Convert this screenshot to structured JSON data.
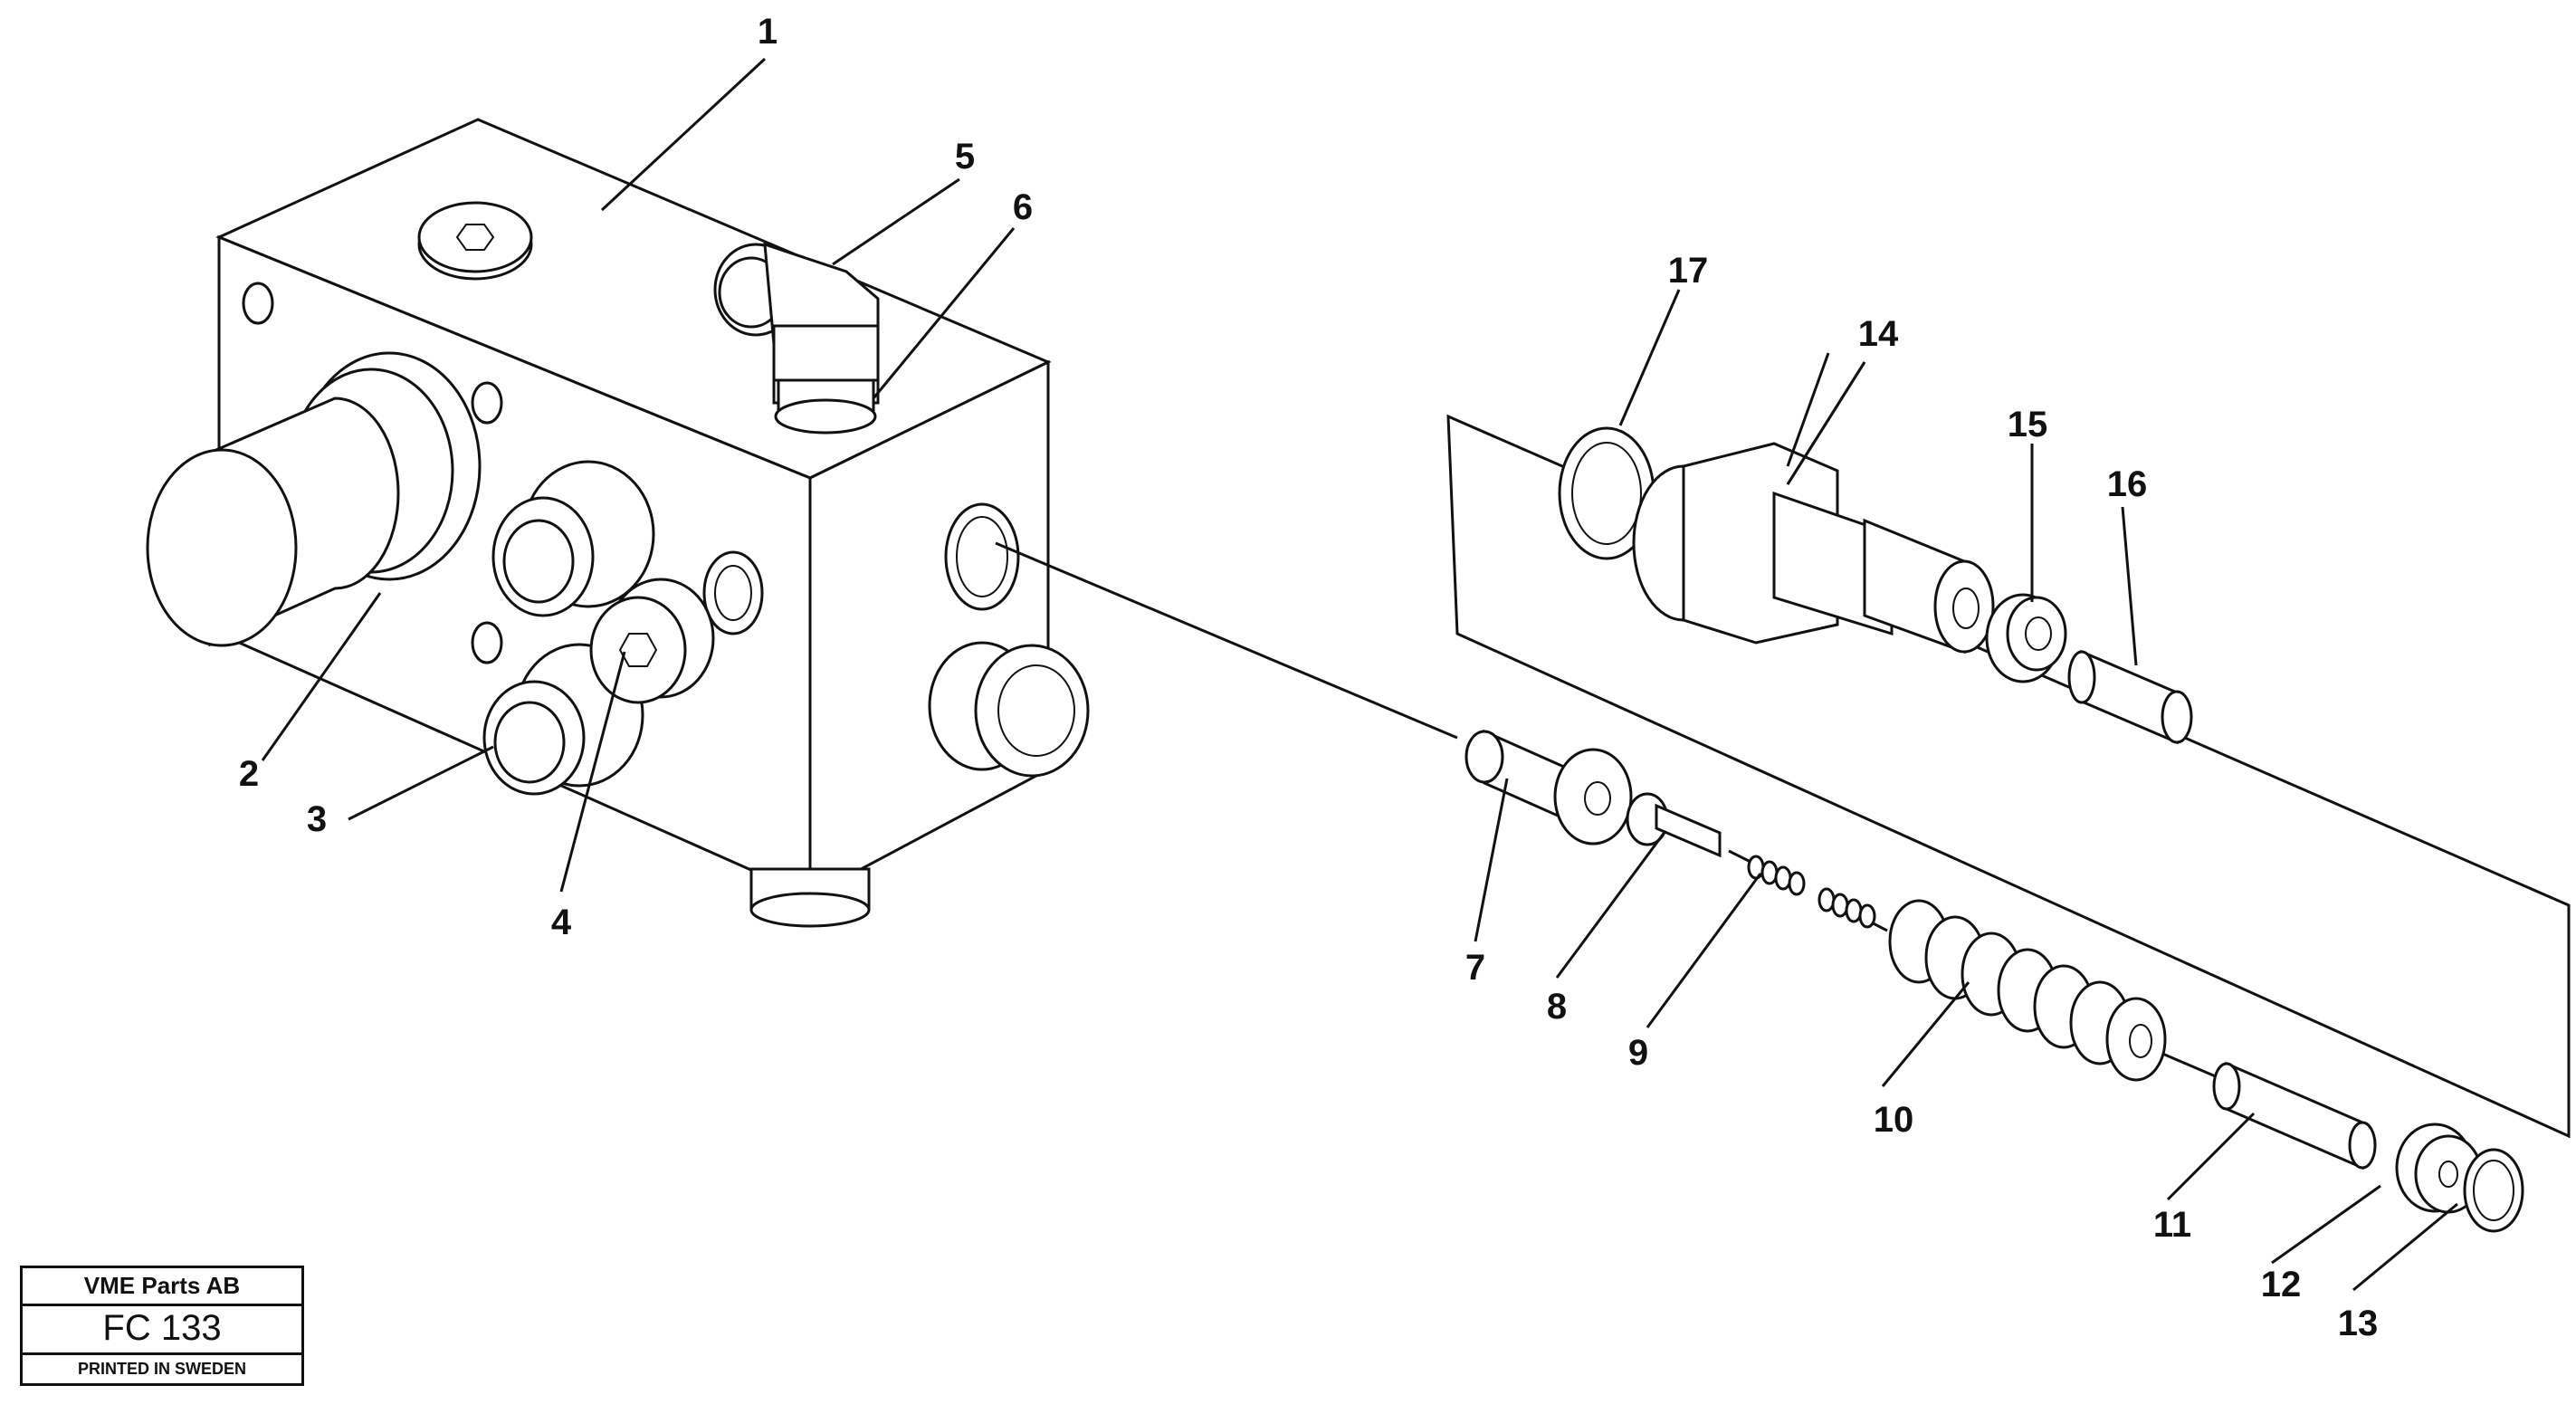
{
  "diagram": {
    "callouts": [
      "1",
      "2",
      "3",
      "4",
      "5",
      "6",
      "7",
      "8",
      "9",
      "10",
      "11",
      "12",
      "13",
      "14",
      "15",
      "16",
      "17"
    ]
  },
  "title_block": {
    "company": "VME Parts AB",
    "code": "FC 133",
    "printed": "PRINTED IN SWEDEN"
  }
}
